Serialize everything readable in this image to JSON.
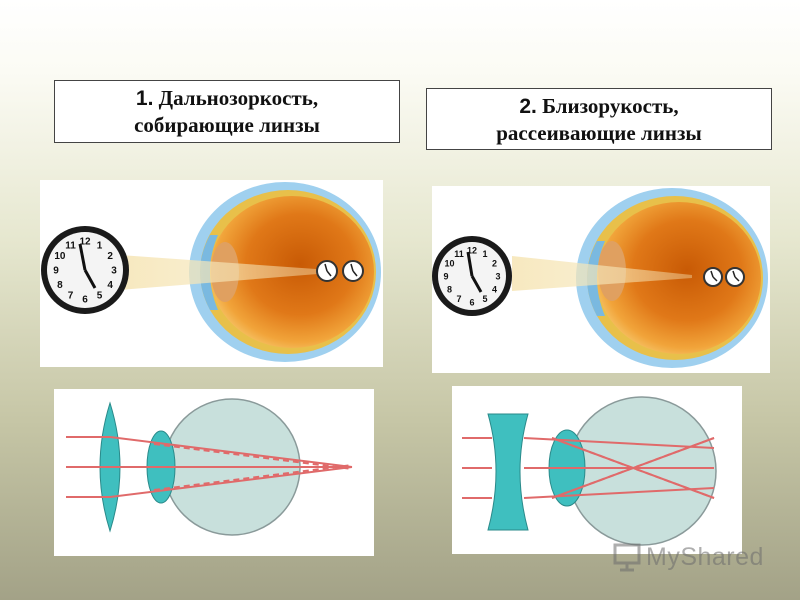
{
  "captions": [
    {
      "number": "1.",
      "line1": "Дальнозоркость,",
      "line2": "собирающие линзы"
    },
    {
      "number": "2.",
      "line1": "Близорукость,",
      "line2": "рассеивающие линзы"
    }
  ],
  "clock_numerals": [
    "12",
    "1",
    "2",
    "3",
    "4",
    "5",
    "6",
    "7",
    "8",
    "9",
    "10",
    "11"
  ],
  "watermark": {
    "text": "MyShared"
  },
  "colors": {
    "background_top": "#ffffff",
    "background_bottom": "#a3a287",
    "eyeball": "#c8e0dc",
    "lens": "#3fbfbf",
    "ray": "#e06a6a",
    "retina_orange": "#d86a10"
  },
  "icons": [
    "clock-icon",
    "eye-cross-section-icon",
    "converging-lens-icon",
    "diverging-lens-icon",
    "presentation-logo-icon"
  ]
}
